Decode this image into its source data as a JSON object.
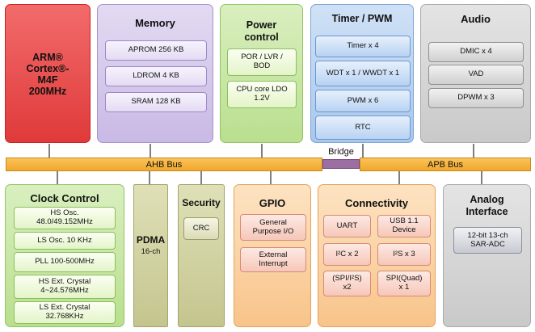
{
  "cpu": {
    "line1": "ARM®",
    "line2": "Cortex®-",
    "line3": "M4F",
    "line4": "200MHz"
  },
  "memory": {
    "title": "Memory",
    "items": [
      "APROM 256 KB",
      "LDROM 4 KB",
      "SRAM 128 KB"
    ]
  },
  "power": {
    "title": "Power control",
    "items": [
      "POR / LVR / BOD",
      "CPU core LDO 1.2V"
    ]
  },
  "timer": {
    "title": "Timer / PWM",
    "items": [
      "Timer x 4",
      "WDT x 1 / WWDT x 1",
      "PWM x 6",
      "RTC"
    ]
  },
  "audio": {
    "title": "Audio",
    "items": [
      "DMIC x 4",
      "VAD",
      "DPWM x 3"
    ]
  },
  "buses": {
    "ahb": "AHB Bus",
    "bridge": "Bridge",
    "apb": "APB Bus"
  },
  "clock": {
    "title": "Clock Control",
    "items": [
      "HS Osc. 48.0/49.152MHz",
      "LS Osc. 10 KHz",
      "PLL 100-500MHz",
      "HS Ext. Crystal 4~24.576MHz",
      "LS Ext. Crystal 32.768KHz"
    ]
  },
  "pdma": {
    "title": "PDMA",
    "sub": "16-ch"
  },
  "security": {
    "title": "Security",
    "items": [
      "CRC"
    ]
  },
  "gpio": {
    "title": "GPIO",
    "items": [
      "General Purpose I/O",
      "External Interrupt"
    ]
  },
  "connectivity": {
    "title": "Connectivity",
    "items": [
      "UART",
      "USB 1.1 Device",
      "I²C x 2",
      "I²S x 3",
      "(SPI/I²S) x2",
      "SPI(Quad) x 1"
    ]
  },
  "analog": {
    "title": "Analog Interface",
    "items": [
      "12-bit 13-ch SAR-ADC"
    ]
  }
}
